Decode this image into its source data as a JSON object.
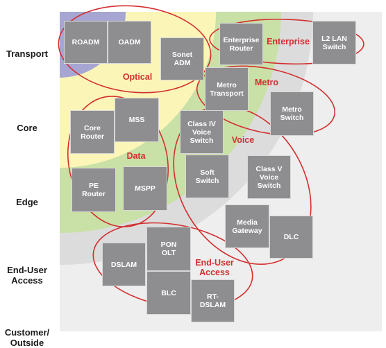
{
  "rows": [
    {
      "id": "transport",
      "lines": [
        "Transport"
      ]
    },
    {
      "id": "core",
      "lines": [
        "Core"
      ]
    },
    {
      "id": "edge",
      "lines": [
        "Edge"
      ]
    },
    {
      "id": "end-user-access",
      "lines": [
        "End-User",
        "Access"
      ]
    },
    {
      "id": "customer-outside",
      "lines": [
        "Customer/",
        "Outside"
      ]
    }
  ],
  "boxes": [
    {
      "id": "roadm",
      "lines": [
        "ROADM"
      ]
    },
    {
      "id": "oadm",
      "lines": [
        "OADM"
      ]
    },
    {
      "id": "sonet-adm",
      "lines": [
        "Sonet",
        "ADM"
      ]
    },
    {
      "id": "enterprise-router",
      "lines": [
        "Enterprise",
        "Router"
      ]
    },
    {
      "id": "l2-lan-switch",
      "lines": [
        "L2 LAN",
        "Switch"
      ]
    },
    {
      "id": "metro-transport",
      "lines": [
        "Metro",
        "Transport"
      ]
    },
    {
      "id": "metro-switch",
      "lines": [
        "Metro",
        "Switch"
      ]
    },
    {
      "id": "core-router",
      "lines": [
        "Core",
        "Router"
      ]
    },
    {
      "id": "mss",
      "lines": [
        "MSS"
      ]
    },
    {
      "id": "class-iv-voice-switch",
      "lines": [
        "Class IV",
        "Voice",
        "Switch"
      ]
    },
    {
      "id": "soft-switch",
      "lines": [
        "Soft",
        "Switch"
      ]
    },
    {
      "id": "class-v-voice-switch",
      "lines": [
        "Class V",
        "Voice",
        "Switch"
      ]
    },
    {
      "id": "pe-router",
      "lines": [
        "PE",
        "Router"
      ]
    },
    {
      "id": "mspp",
      "lines": [
        "MSPP"
      ]
    },
    {
      "id": "media-gateway",
      "lines": [
        "Media",
        "Gateway"
      ]
    },
    {
      "id": "dlc",
      "lines": [
        "DLC"
      ]
    },
    {
      "id": "dslam",
      "lines": [
        "DSLAM"
      ]
    },
    {
      "id": "pon-olt",
      "lines": [
        "PON",
        "OLT"
      ]
    },
    {
      "id": "blc",
      "lines": [
        "BLC"
      ]
    },
    {
      "id": "rt-dslam",
      "lines": [
        "RT-",
        "DSLAM"
      ]
    }
  ],
  "groups": [
    {
      "id": "optical",
      "lines": [
        "Optical"
      ]
    },
    {
      "id": "enterprise",
      "lines": [
        "Enterprise"
      ]
    },
    {
      "id": "metro",
      "lines": [
        "Metro"
      ]
    },
    {
      "id": "data",
      "lines": [
        "Data"
      ]
    },
    {
      "id": "voice",
      "lines": [
        "Voice"
      ]
    },
    {
      "id": "end-user-access",
      "lines": [
        "End-User",
        "Access"
      ]
    }
  ],
  "colors": {
    "box_fill": "#8e8e91",
    "group_outline": "#d32f2f",
    "ring_transport": "#a7a6d3",
    "ring_core": "#fbf6b8",
    "ring_edge": "#c9e0a6",
    "ring_access": "#dcdcdc",
    "ring_outer": "#eeeeee"
  }
}
